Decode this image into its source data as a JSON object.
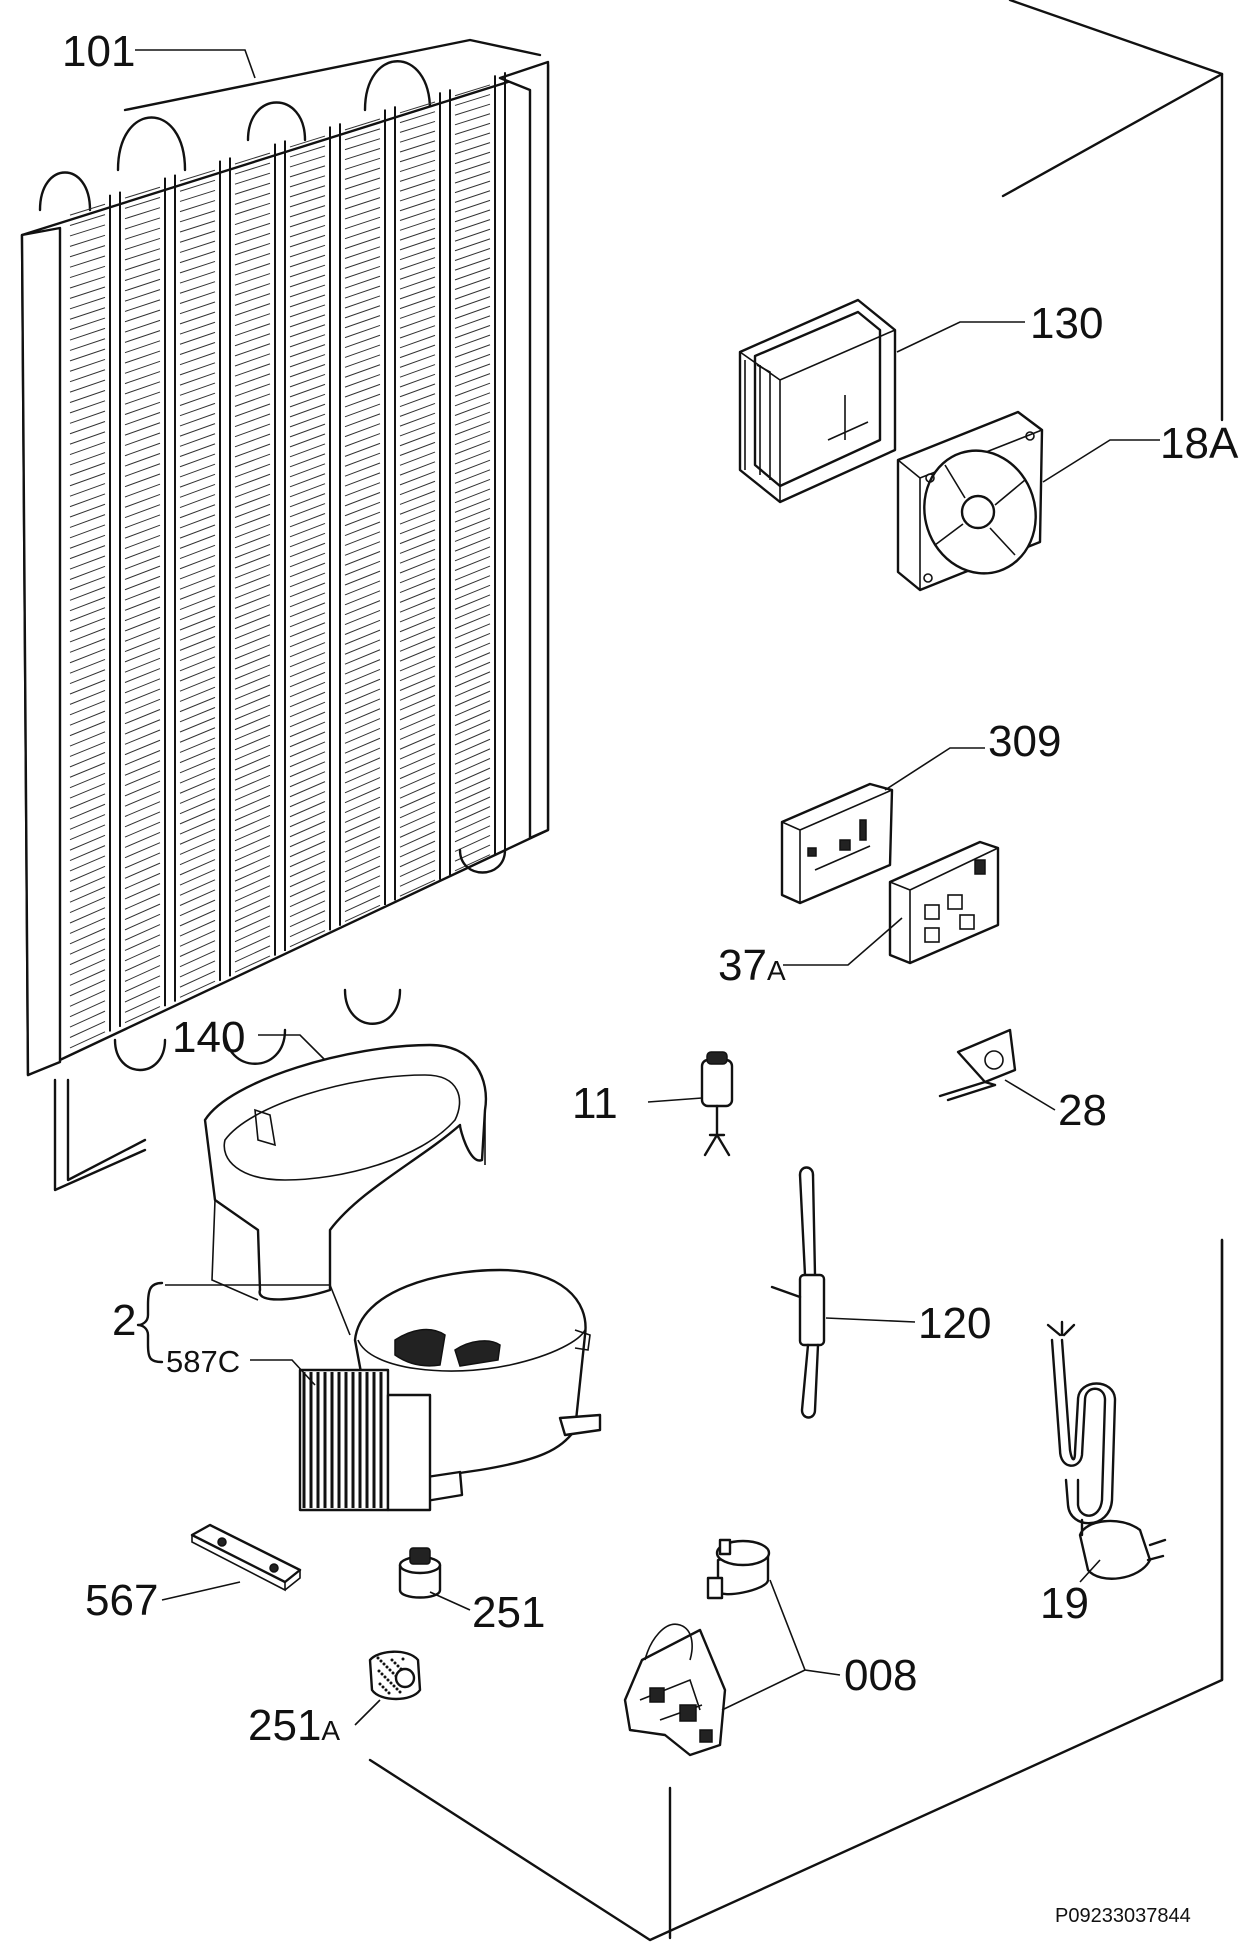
{
  "labels": {
    "condenser": "101",
    "fan_housing": "130",
    "fan": "18A",
    "control_board": "309",
    "board_b": "37",
    "board_b_suffix": "A",
    "drip_tray": "140",
    "small_11": "11",
    "clip_28": "28",
    "compressor": "2",
    "compressor_sub": "587C",
    "sensor_120": "120",
    "cable_19": "19",
    "plate_567": "567",
    "grommet_251": "251",
    "grommet_251a": "251",
    "grommet_251a_suffix": "A",
    "relay_008": "008"
  },
  "footer": {
    "code": "P09233037844"
  }
}
